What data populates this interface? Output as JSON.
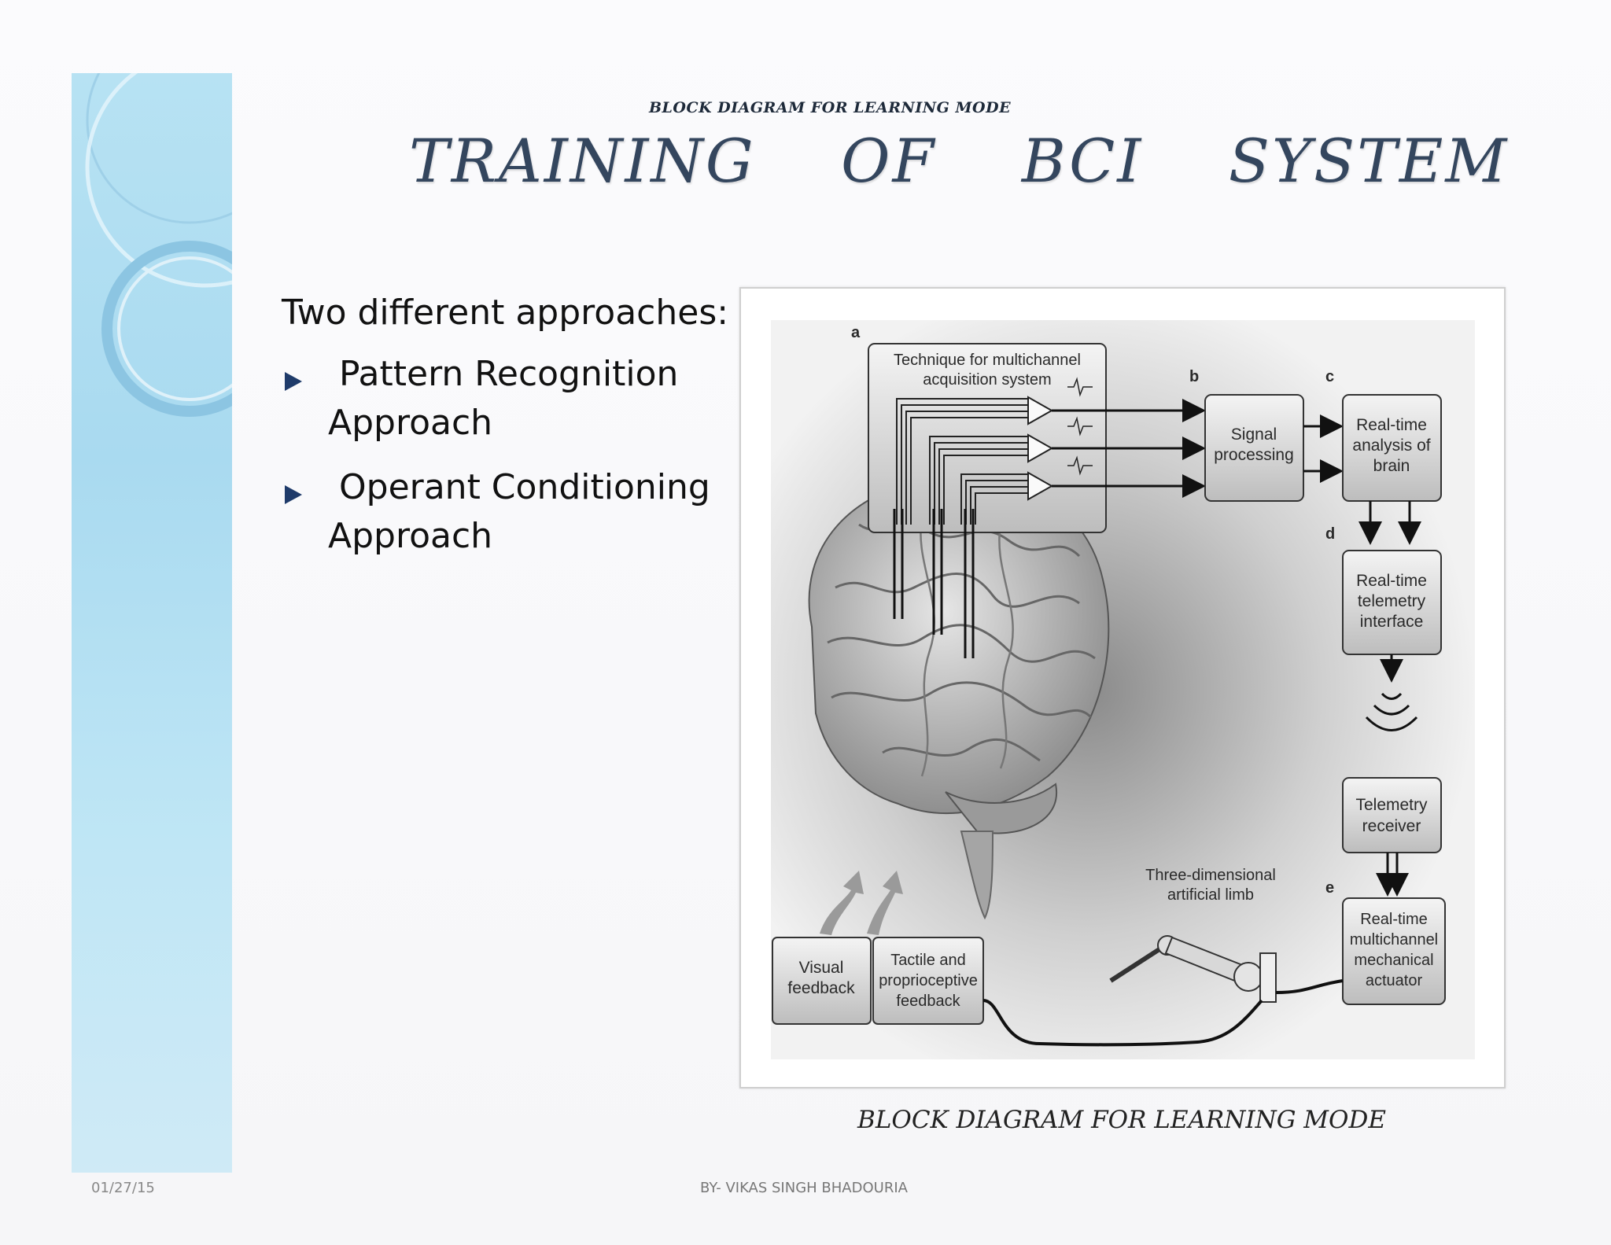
{
  "slide": {
    "subtitle": "BLOCK DIAGRAM FOR LEARNING MODE",
    "title": "TRAINING    OF    BCI    SYSTEM",
    "heading": "Two different approaches:",
    "bullets": [
      {
        "line1": "Pattern Recognition",
        "line2": "Approach"
      },
      {
        "line1": "Operant Conditioning",
        "line2": "Approach"
      }
    ],
    "caption": "BLOCK DIAGRAM FOR LEARNING MODE",
    "footer_date": "01/27/15",
    "footer_author": "BY- VIKAS SINGH BHADOURIA"
  },
  "diagram": {
    "panel_letters": {
      "a": "a",
      "b": "b",
      "c": "c",
      "d": "d",
      "e": "e"
    },
    "acquisition": {
      "line1": "Technique for multichannel",
      "line2": "acquisition system"
    },
    "signal_processing": {
      "line1": "Signal",
      "line2": "processing"
    },
    "analysis": {
      "line1": "Real-time",
      "line2": "analysis of",
      "line3": "brain"
    },
    "telemetry_interface": {
      "line1": "Real-time",
      "line2": "telemetry",
      "line3": "interface"
    },
    "telemetry_receiver": {
      "line1": "Telemetry",
      "line2": "receiver"
    },
    "actuator": {
      "line1": "Real-time",
      "line2": "multichannel",
      "line3": "mechanical",
      "line4": "actuator"
    },
    "limb_label": {
      "line1": "Three-dimensional",
      "line2": "artificial limb"
    },
    "visual_feedback": {
      "line1": "Visual",
      "line2": "feedback"
    },
    "tactile_feedback": {
      "line1": "Tactile and",
      "line2": "proprioceptive",
      "line3": "feedback"
    }
  },
  "colors": {
    "left_band": "#a9daf0",
    "title": "#34465e",
    "bullet_arrow": "#1f3b6a"
  }
}
